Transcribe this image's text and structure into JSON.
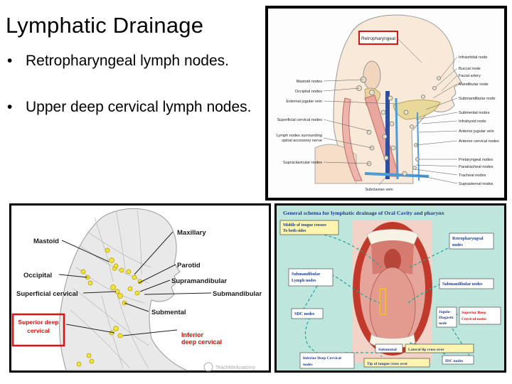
{
  "slide": {
    "title": "Lymphatic Drainage",
    "bullets": [
      "Retropharyngeal lymph nodes.",
      "Upper deep cervical lymph nodes."
    ]
  },
  "figure_top": {
    "labels": {
      "retropharyngeal": "Retropharyngeal",
      "infraorbital": "Infraorbital node",
      "buccal": "Buccal node",
      "facial_artery": "Facial artery",
      "mandibular": "Mandibular node",
      "submandibular": "Submandibular node",
      "submental": "Submental nodes",
      "infrahyoid": "Infrahyoid node",
      "anterior_jugular": "Anterior jugular vein",
      "anterior_cervical": "Anterior cervical nodes",
      "prelaryngeal": "Prelaryngeal nodes",
      "paratracheal": "Paratracheal nodes",
      "tracheal": "Tracheal nodes",
      "suprasternal": "Suprasternal nodes",
      "mastoid": "Mastoid nodes",
      "occipital": "Occipital nodes",
      "external_jugular": "External jugular vein",
      "superficial_cervical": "Superficial cervical nodes",
      "spinal_accessory_1": "Lymph nodes surrounding",
      "spinal_accessory_2": "spinal accessory nerve",
      "supraclavicular": "Supraclavicular nodes",
      "subclavian": "Subclavian vein"
    }
  },
  "figure_bottom_left": {
    "labels": {
      "mastoid": "Mastoid",
      "maxillary": "Maxillary",
      "parotid": "Parotid",
      "occipital": "Occipital",
      "supramandibular": "Supramandibular",
      "superficial_cervical": "Superficial cervical",
      "submandibular": "Submandibular",
      "submental": "Submental",
      "superior_deep_1": "Superior deep",
      "superior_deep_2": "cervical",
      "inferior_deep_1": "Inferior",
      "inferior_deep_2": "deep cervical",
      "watermark": "TeachMeAnatomy"
    }
  },
  "figure_bottom_right": {
    "labels": {
      "heading": "General schema for lymphatic drainage of Oral Cavity and pharynx",
      "midline_1": "Middle of tongue crosses",
      "midline_2": "To both sides",
      "retro_1": "Retropharyngeal",
      "retro_2": "nodes",
      "submandib_1": "Submandibular",
      "submandib_2": "Lymph nodes",
      "submandib_nodes": "Submandibular nodes",
      "sdc": "SDC nodes",
      "jugulo_1": "Jugulo-",
      "jugulo_2": "Diagastic",
      "jugulo_3": "node",
      "sup_deep_1": "Superior Deep",
      "sup_deep_2": "Cervical nodes",
      "submental": "Submental",
      "lateral_lip": "Lateral lip cross over",
      "inf_deep_1": "Inferior Deep Cervical",
      "inf_deep_2": "nodes",
      "idc": "IDC nodes",
      "tip_tongue": "Tip of tongue cross over"
    }
  }
}
